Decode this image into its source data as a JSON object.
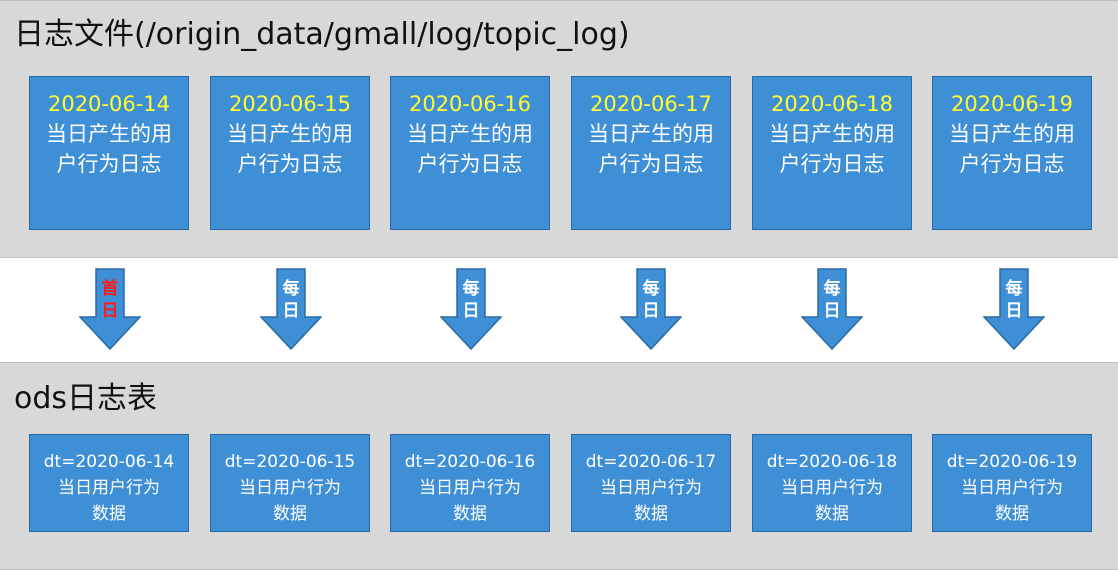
{
  "top_panel": {
    "title": "日志文件(/origin_data/gmall/log/topic_log)"
  },
  "bottom_panel": {
    "title": "ods日志表"
  },
  "log_files": [
    {
      "date": "2020-06-14",
      "desc": "当日产生的用户行为日志"
    },
    {
      "date": "2020-06-15",
      "desc": "当日产生的用户行为日志"
    },
    {
      "date": "2020-06-16",
      "desc": "当日产生的用户行为日志"
    },
    {
      "date": "2020-06-17",
      "desc": "当日产生的用户行为日志"
    },
    {
      "date": "2020-06-18",
      "desc": "当日产生的用户行为日志"
    },
    {
      "date": "2020-06-19",
      "desc": "当日产生的用户行为日志"
    }
  ],
  "arrows": [
    {
      "line1": "首",
      "line2": "日"
    },
    {
      "line1": "每",
      "line2": "日"
    },
    {
      "line1": "每",
      "line2": "日"
    },
    {
      "line1": "每",
      "line2": "日"
    },
    {
      "line1": "每",
      "line2": "日"
    },
    {
      "line1": "每",
      "line2": "日"
    }
  ],
  "ods_partitions": [
    {
      "partition": "dt=2020-06-14",
      "line1": "当日用户行为",
      "line2": "数据"
    },
    {
      "partition": "dt=2020-06-15",
      "line1": "当日用户行为",
      "line2": "数据"
    },
    {
      "partition": "dt=2020-06-16",
      "line1": "当日用户行为",
      "line2": "数据"
    },
    {
      "partition": "dt=2020-06-17",
      "line1": "当日用户行为",
      "line2": "数据"
    },
    {
      "partition": "dt=2020-06-18",
      "line1": "当日用户行为",
      "line2": "数据"
    },
    {
      "partition": "dt=2020-06-19",
      "line1": "当日用户行为",
      "line2": "数据"
    }
  ],
  "colors": {
    "box_fill": "#3f8fd6",
    "date_text": "#ffff33",
    "first_day_label": "#ff1a1a",
    "panel_bg": "#d8d8d8"
  }
}
